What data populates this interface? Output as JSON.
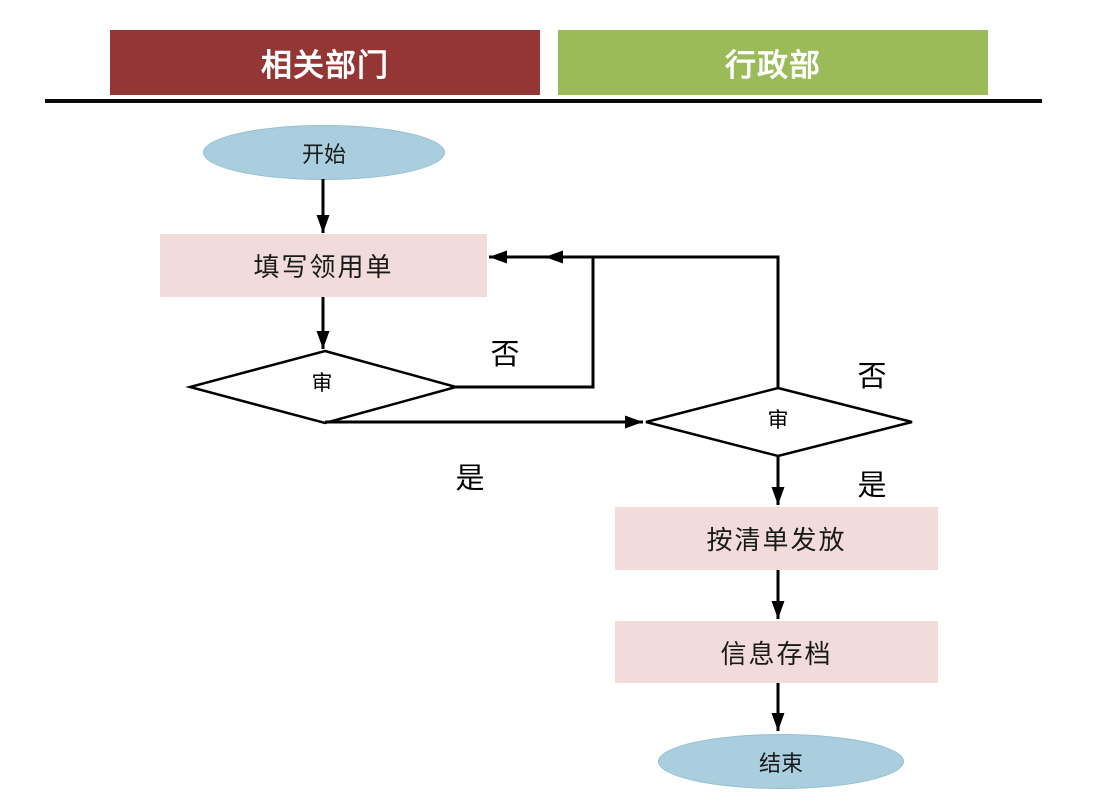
{
  "header": {
    "lanes": [
      {
        "id": "related-departments",
        "label": "相关部门"
      },
      {
        "id": "admin-department",
        "label": "行政部"
      }
    ]
  },
  "flowchart": {
    "nodes": {
      "start": {
        "type": "terminator",
        "label": "开始"
      },
      "fill_form": {
        "type": "process",
        "label": "填写领用单"
      },
      "review1": {
        "type": "decision",
        "label": "审"
      },
      "review2": {
        "type": "decision",
        "label": "审"
      },
      "distribute": {
        "type": "process",
        "label": "按清单发放"
      },
      "archive": {
        "type": "process",
        "label": "信息存档"
      },
      "end": {
        "type": "terminator",
        "label": "结束"
      }
    },
    "edge_labels": {
      "review1_no": "否",
      "review1_yes": "是",
      "review2_no": "否",
      "review2_yes": "是"
    }
  },
  "colors": {
    "lane-red": "#943634",
    "lane-green": "#9BBB59",
    "process-fill": "#F2DCDB",
    "terminator-fill": "#A9CEDE",
    "line": "#000000"
  }
}
